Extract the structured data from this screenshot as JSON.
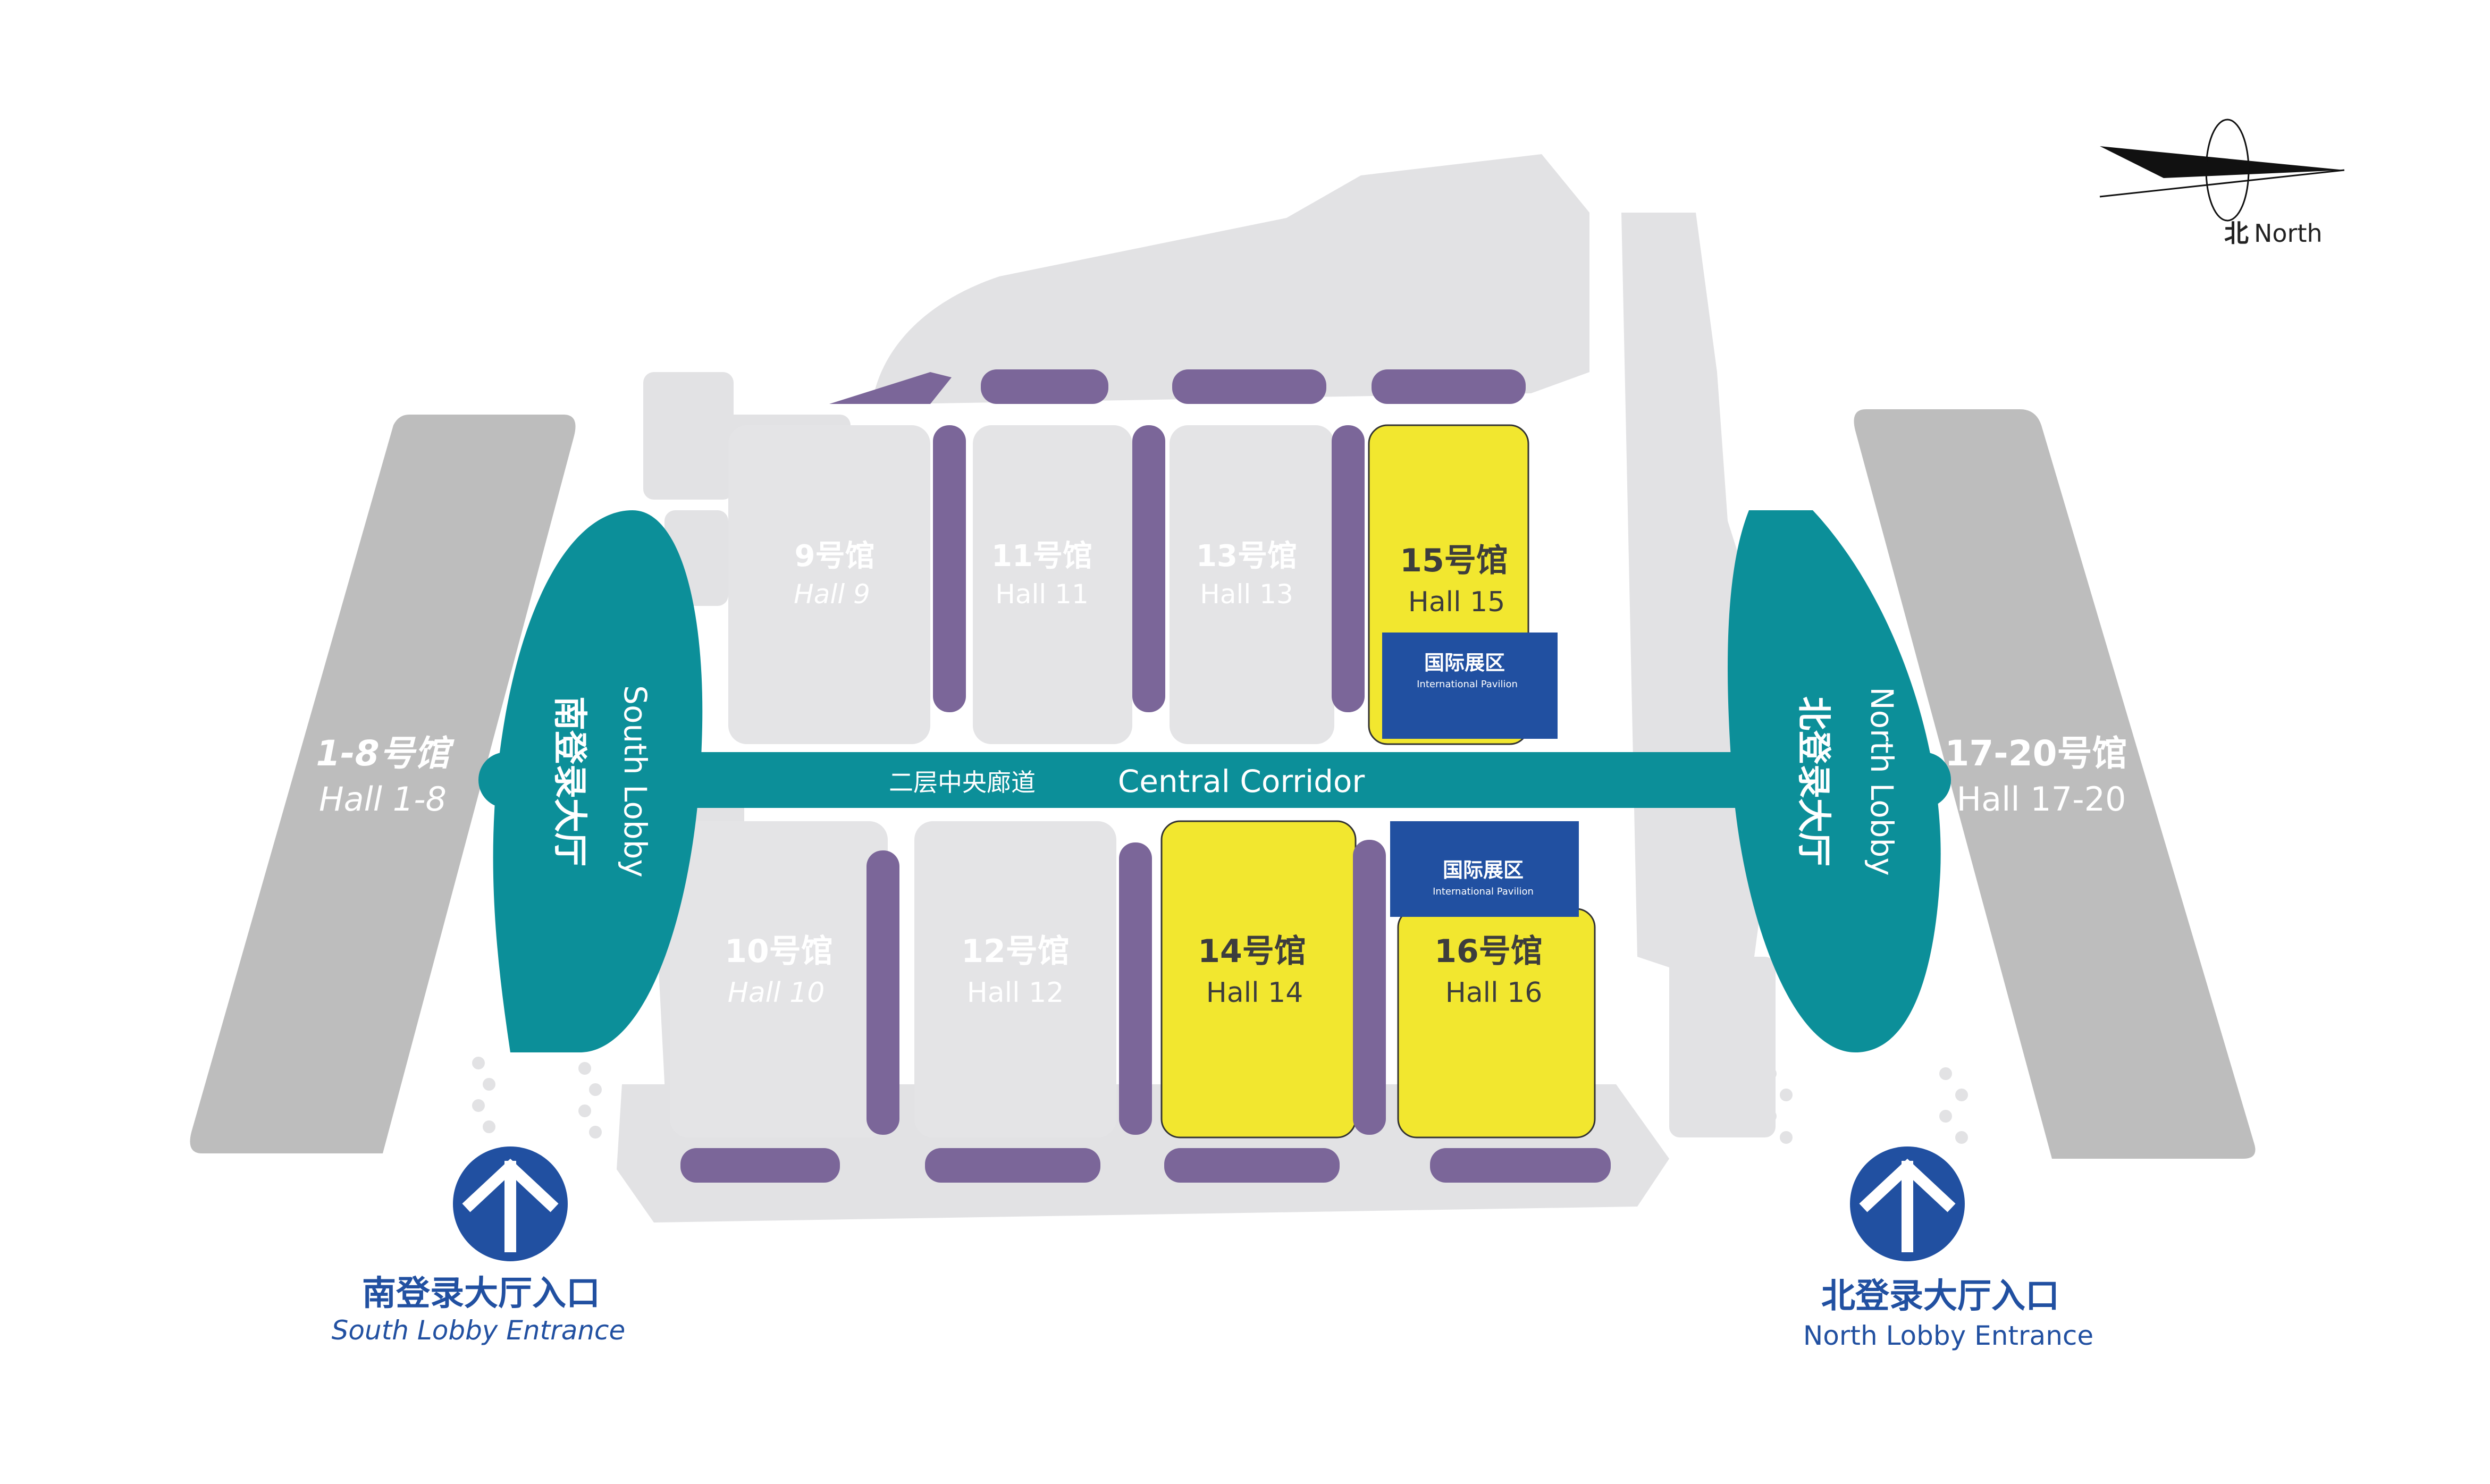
{
  "colors": {
    "building_gray": "#e2e2e4",
    "hall_gray": "#e4e4e6",
    "outer_hall_gray": "#bdbdbd",
    "purple": "#7b6699",
    "teal": "#0c8f99",
    "yellow": "#f2e72f",
    "pavilion_blue": "#2150a1",
    "hall_text_white": "#ffffff",
    "hall_text_dark": "#3d3d3d",
    "entrance_blue": "#2150a1",
    "north_text": "#222222"
  },
  "compass": {
    "label_cn": "北",
    "label_en": "North",
    "icon": "compass-needle-icon"
  },
  "halls": {
    "h1_8": {
      "cn": "1-8号馆",
      "en": "Hall 1-8"
    },
    "h17_20": {
      "cn": "17-20号馆",
      "en": "Hall 17-20"
    },
    "h9": {
      "cn": "9号馆",
      "en": "Hall 9"
    },
    "h10": {
      "cn": "10号馆",
      "en": "Hall 10"
    },
    "h11": {
      "cn": "11号馆",
      "en": "Hall 11"
    },
    "h12": {
      "cn": "12号馆",
      "en": "Hall 12"
    },
    "h13": {
      "cn": "13号馆",
      "en": "Hall 13"
    },
    "h14": {
      "cn": "14号馆",
      "en": "Hall 14"
    },
    "h15": {
      "cn": "15号馆",
      "en": "Hall 15"
    },
    "h16": {
      "cn": "16号馆",
      "en": "Hall 16"
    }
  },
  "pavilion": {
    "cn": "国际展区",
    "en": "International Pavilion"
  },
  "corridor": {
    "cn": "二层中央廊道",
    "en": "Central Corridor"
  },
  "south_lobby": {
    "cn": "南登录大厅",
    "en": "South Lobby"
  },
  "north_lobby": {
    "cn": "北登录大厅",
    "en": "North Lobby"
  },
  "south_entrance": {
    "cn": "南登录大厅入口",
    "en": "South Lobby Entrance",
    "icon": "up-arrow-icon"
  },
  "north_entrance": {
    "cn": "北登录大厅入口",
    "en": "North Lobby Entrance",
    "icon": "up-arrow-icon"
  }
}
